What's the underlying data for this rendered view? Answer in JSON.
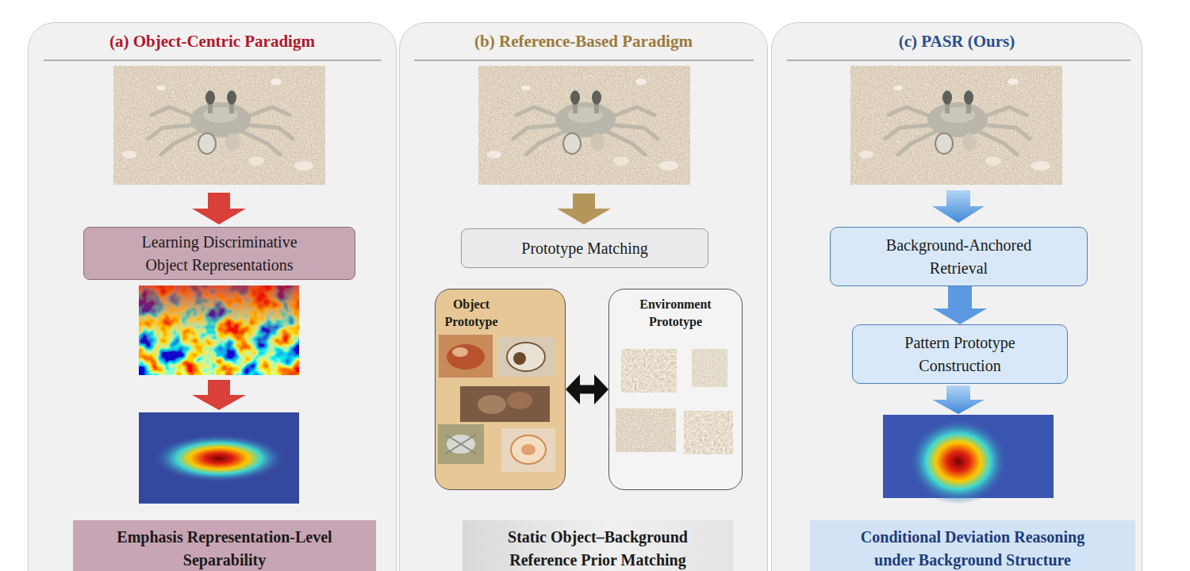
{
  "diagram": {
    "nodes": [
      {
        "text": [
          "(a) Object-Centric Paradigm"
        ]
      },
      {
        "text": [
          "Learning Discriminative Object Representations"
        ],
        "in": 0
      },
      {
        "text": [
          "Emphasis Representation-Level Separability"
        ],
        "in": 0
      },
      {
        "text": [
          "(b) Reference-Based Paradigm"
        ]
      },
      {
        "text": [
          "Prototype Matching"
        ],
        "in": 3
      },
      {
        "text": [
          "Object Prototype"
        ],
        "in": 3
      },
      {
        "text": [
          "Environment Prototype"
        ],
        "in": 3
      },
      {
        "text": [
          "Static Object–Background Reference Prior Matching"
        ],
        "in": 3
      },
      {
        "text": [
          "(c) PASR (Ours)"
        ]
      },
      {
        "text": [
          "Background-Anchored Retrieval"
        ],
        "in": 8
      },
      {
        "text": [
          "Pattern Prototype Construction"
        ],
        "in": 8
      },
      {
        "text": [
          "Conditional Deviation Reasoning under Background Structure"
        ],
        "in": 8
      }
    ],
    "edges": [
      {
        "from": 5,
        "to": 6,
        "arrow": "both"
      },
      {
        "from": 9,
        "to": 10,
        "arrow": "to"
      }
    ]
  }
}
